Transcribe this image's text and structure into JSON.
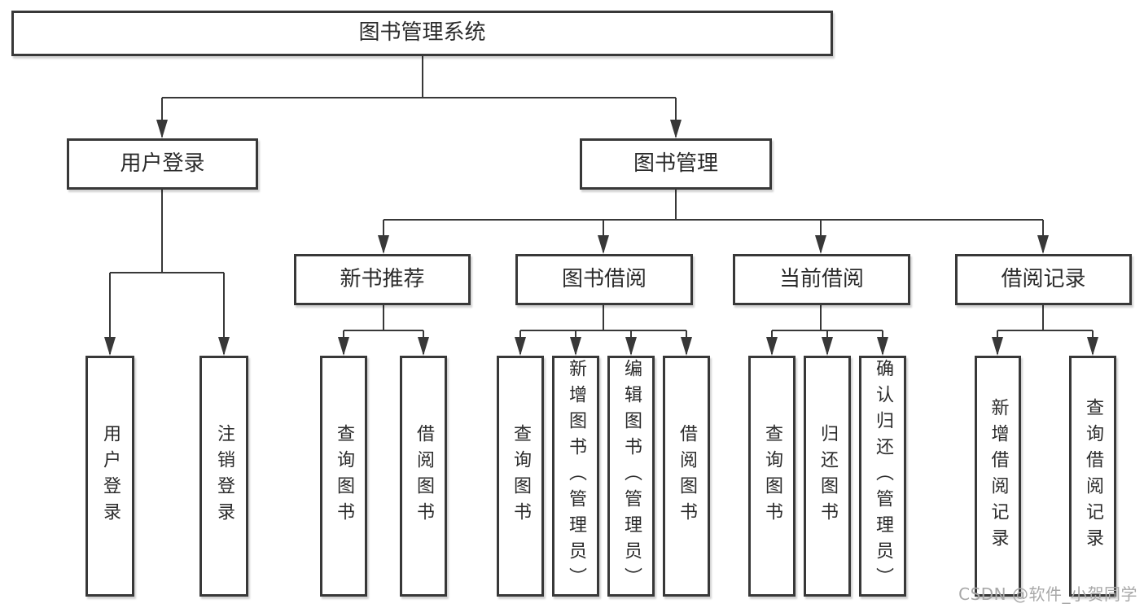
{
  "diagram_type": "hierarchy-tree",
  "colors": {
    "line": "#383838",
    "box_border": "#383838",
    "box_fill": "#ffffff",
    "text": "#2b2b2b",
    "watermark": "#a8a8a8"
  },
  "tree": {
    "label": "图书管理系统",
    "children": [
      {
        "label": "用户登录",
        "children": [
          {
            "label": "用户登录"
          },
          {
            "label": "注销登录"
          }
        ]
      },
      {
        "label": "图书管理",
        "children": [
          {
            "label": "新书推荐",
            "children": [
              {
                "label": "查询图书"
              },
              {
                "label": "借阅图书"
              }
            ]
          },
          {
            "label": "图书借阅",
            "children": [
              {
                "label": "查询图书"
              },
              {
                "label": "新增图书（管理员）"
              },
              {
                "label": "编辑图书（管理员）"
              },
              {
                "label": "借阅图书"
              }
            ]
          },
          {
            "label": "当前借阅",
            "children": [
              {
                "label": "查询图书"
              },
              {
                "label": "归还图书"
              },
              {
                "label": "确认归还（管理员）"
              }
            ]
          },
          {
            "label": "借阅记录",
            "children": [
              {
                "label": "新增借阅记录"
              },
              {
                "label": "查询借阅记录"
              }
            ]
          }
        ]
      }
    ]
  },
  "watermark": {
    "text": "CSDN @软件_小贺同学"
  }
}
